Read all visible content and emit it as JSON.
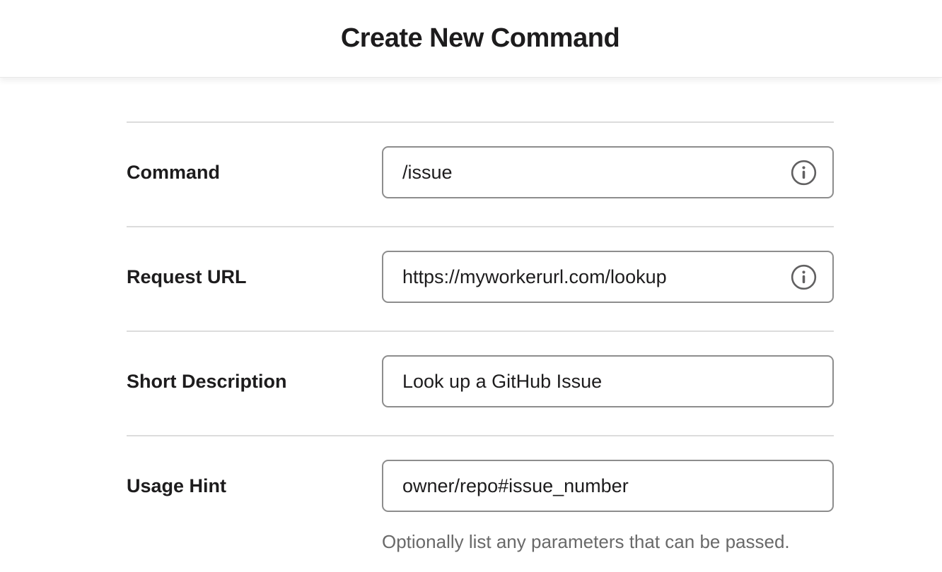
{
  "header": {
    "title": "Create New Command"
  },
  "form": {
    "fields": [
      {
        "label": "Command",
        "value": "/issue",
        "info_icon": "info-icon"
      },
      {
        "label": "Request URL",
        "value": "https://myworkerurl.com/lookup",
        "info_icon": "info-icon"
      },
      {
        "label": "Short Description",
        "value": "Look up a GitHub Issue"
      },
      {
        "label": "Usage Hint",
        "value": "owner/repo#issue_number",
        "help_text": "Optionally list any parameters that can be passed."
      }
    ]
  },
  "colors": {
    "text_primary": "#1d1c1d",
    "text_secondary": "#696969",
    "input_border": "#8d8d8d",
    "divider": "#dcdcdc",
    "background": "#ffffff"
  }
}
